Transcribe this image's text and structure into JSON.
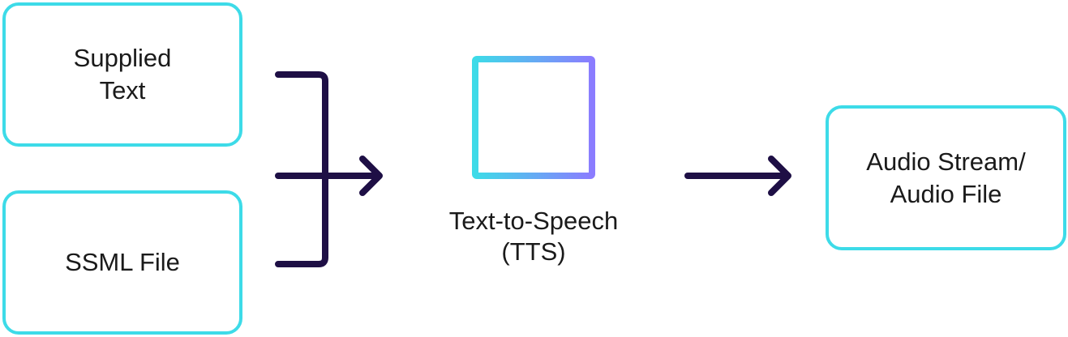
{
  "inputs": {
    "supplied_text": "Supplied\nText",
    "ssml_file": "SSML File"
  },
  "process": {
    "label": "Text-to-Speech\n(TTS)",
    "icon": "document-lines-icon"
  },
  "output": {
    "label": "Audio Stream/\nAudio File"
  },
  "colors": {
    "box_border": "#3ddbe8",
    "arrow": "#1e0f45",
    "gradient_start": "#3ddbe8",
    "gradient_end": "#8b7cff"
  }
}
